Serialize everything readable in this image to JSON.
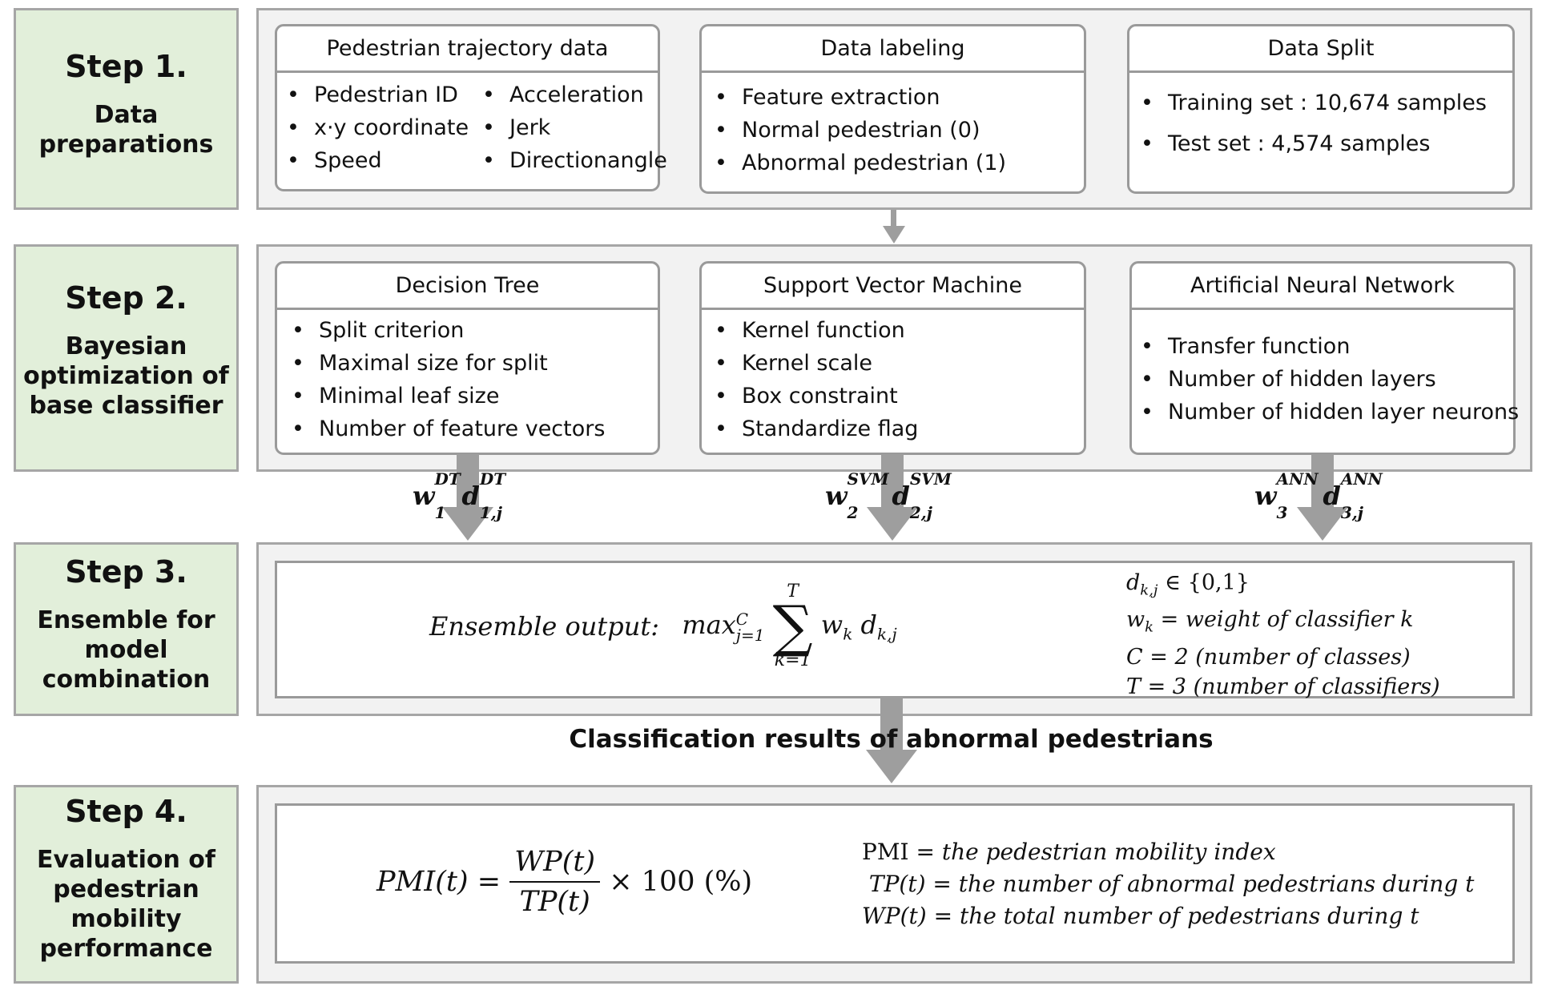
{
  "steps": [
    {
      "title": "Step 1.",
      "desc": [
        "Data",
        "preparations"
      ]
    },
    {
      "title": "Step 2.",
      "desc": [
        "Bayesian",
        "optimization of",
        "base classifier"
      ]
    },
    {
      "title": "Step 3.",
      "desc": [
        "Ensemble for",
        "model",
        "combination"
      ]
    },
    {
      "title": "Step 4.",
      "desc": [
        "Evaluation of",
        "pedestrian",
        "mobility",
        "performance"
      ]
    }
  ],
  "step1": {
    "cards": [
      {
        "title": "Pedestrian trajectory data",
        "col1": [
          "Pedestrian ID",
          "x·y coordinate",
          "Speed"
        ],
        "col2": [
          "Acceleration",
          "Jerk",
          "Directionangle"
        ]
      },
      {
        "title": "Data labeling",
        "items": [
          "Feature extraction",
          "Normal pedestrian (0)",
          "Abnormal pedestrian (1)"
        ]
      },
      {
        "title": "Data Split",
        "items": [
          "Training set : 10,674 samples",
          "Test set : 4,574 samples"
        ]
      }
    ]
  },
  "step2": {
    "cards": [
      {
        "title": "Decision Tree",
        "items": [
          "Split criterion",
          "Maximal size for split",
          "Minimal leaf size",
          "Number of feature vectors"
        ]
      },
      {
        "title": "Support Vector Machine",
        "items": [
          "Kernel function",
          "Kernel scale",
          "Box constraint",
          "Standardize flag"
        ]
      },
      {
        "title": "Artificial Neural Network",
        "items": [
          "Transfer function",
          "Number of hidden layers",
          "Number of hidden layer neurons"
        ]
      }
    ],
    "weights": [
      {
        "w": "w",
        "wsub": "1",
        "wsup": "DT",
        "d": "d",
        "dsub": "1,j",
        "dsup": "DT"
      },
      {
        "w": "w",
        "wsub": "2",
        "wsup": "SVM",
        "d": "d",
        "dsub": "2,j",
        "dsup": "SVM"
      },
      {
        "w": "w",
        "wsub": "3",
        "wsup": "ANN",
        "d": "d",
        "dsub": "3,j",
        "dsup": "ANN"
      }
    ]
  },
  "step3": {
    "formula_label": "Ensemble output:",
    "max": "max",
    "max_sub": "j=1",
    "max_sup": "C",
    "sum_top": "T",
    "sum_bottom": "k=1",
    "term": "w",
    "term_sub": "k",
    "term2": "d",
    "term2_sub": "k,j",
    "defs": [
      "d_{k,j} ∈ {0,1}",
      "w_k = weight of classifier k",
      "C = 2 (number of classes)",
      "T = 3 (number of classifiers)"
    ],
    "def_lines": [
      {
        "sym": "d",
        "sub": "k,j",
        "rest": " ∈ {0,1}"
      },
      {
        "sym": "w",
        "sub": "k",
        "rest": " = weight of classifier k"
      },
      {
        "sym": "C",
        "sub": "",
        "rest": " = 2  (number of classes)"
      },
      {
        "sym": "T",
        "sub": "",
        "rest": " = 3  (number of classifiers)"
      }
    ]
  },
  "result_label": "Classification results of abnormal pedestrians",
  "step4": {
    "lhs": "PMI(t) =",
    "num": "WP(t)",
    "den": "TP(t)",
    "rhs": "× 100 (%)",
    "defs": [
      {
        "sym": "PMI",
        "rest": " = the pedestrian mobility index"
      },
      {
        "sym": "TP(t)",
        "rest": " = the number of abnormal pedestrians during t"
      },
      {
        "sym": "WP(t)",
        "rest": " = the total number of pedestrians during t"
      }
    ]
  },
  "colors": {
    "step_fill": "#e2efda",
    "panel_fill": "#f2f2f2",
    "border": "#a6a6a6",
    "arrow": "#9e9e9e"
  }
}
